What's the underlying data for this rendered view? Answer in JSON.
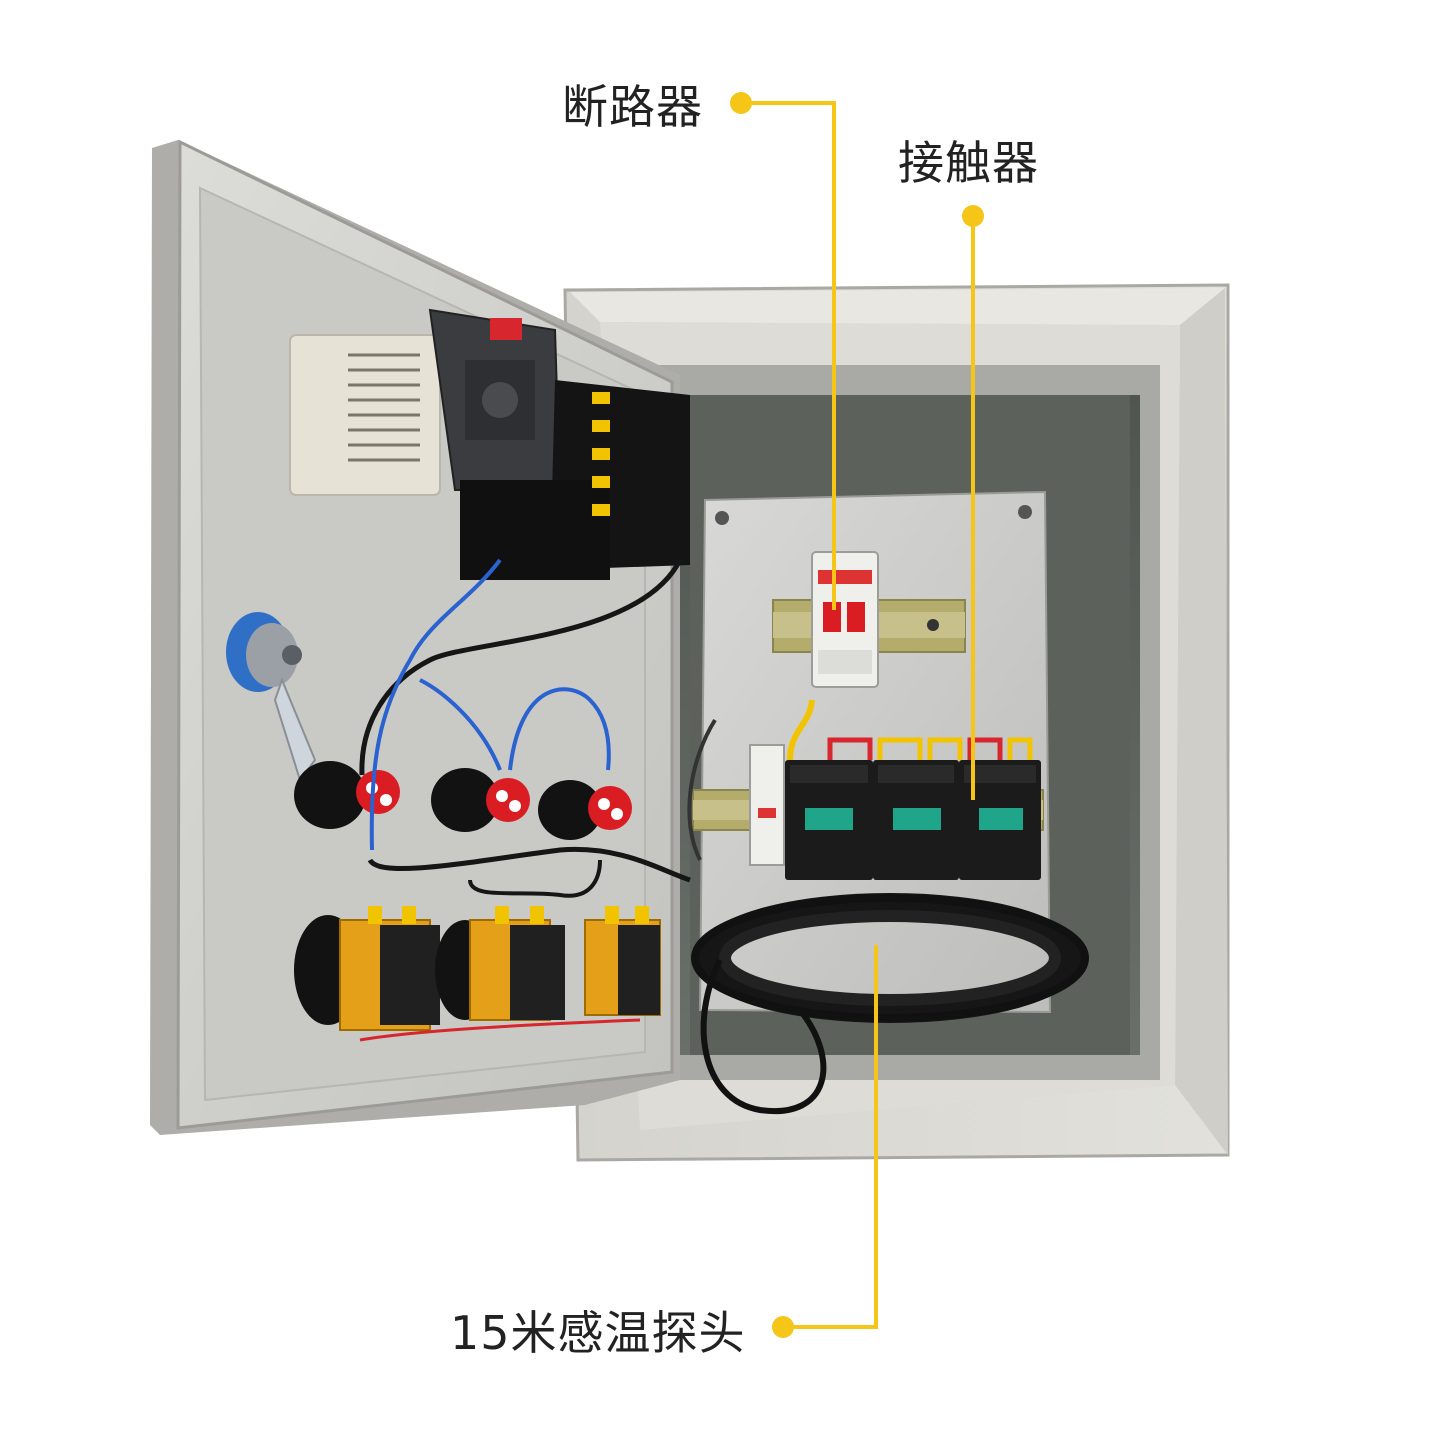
{
  "callouts": {
    "breaker": {
      "label": "断路器"
    },
    "contactor": {
      "label": "接触器"
    },
    "probe": {
      "label": "15米感温探头"
    }
  },
  "colors": {
    "background": "#ffffff",
    "callout_line": "#f5c518",
    "cabinet_body": "#d9d8d2",
    "panel": "#c9c9c6",
    "wire_black": "#161616",
    "wire_blue": "#2a62d0",
    "wire_red": "#d7262e",
    "terminal_yellow": "#f2c400",
    "contactor_teal": "#1fa58a"
  },
  "icons": {
    "callout_dot": "yellow-circle-dot",
    "cabinet": "electrical-control-cabinet-photo"
  }
}
